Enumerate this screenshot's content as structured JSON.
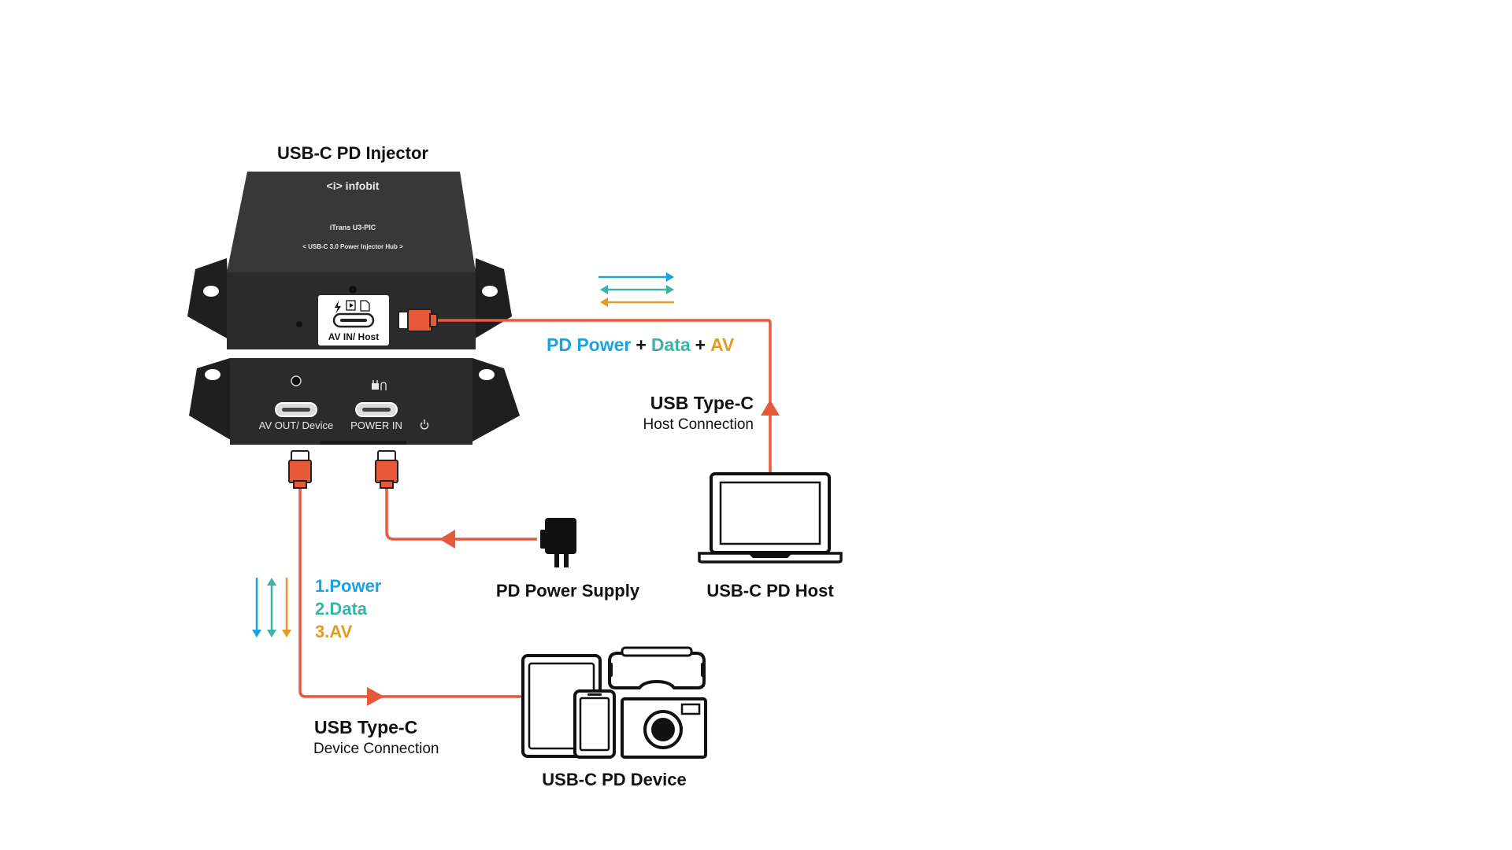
{
  "injector": {
    "title": "USB-C PD Injector",
    "brand": "<i> infobit",
    "model": "iTrans U3-PIC",
    "subtitle": "< USB-C 3.0 Power Injector Hub >",
    "port_av_in": "AV IN/ Host",
    "port_av_out": "AV OUT/ Device",
    "port_power_in": "POWER IN"
  },
  "host_link": {
    "legend_power": "PD Power",
    "legend_data": "Data",
    "legend_av": "AV",
    "plus": "+",
    "title": "USB Type-C",
    "subtitle": "Host Connection"
  },
  "device_link": {
    "item_power": "1.Power",
    "item_data": "2.Data",
    "item_av": "3.AV",
    "title": "USB Type-C",
    "subtitle": "Device Connection"
  },
  "labels": {
    "power_supply": "PD Power Supply",
    "host": "USB-C PD Host",
    "device": "USB-C PD Device"
  },
  "colors": {
    "cable": "#e8593a",
    "power": "#1aa3e0",
    "data": "#3bb3a8",
    "av": "#e69a1f",
    "device_body": "#2b2b2b"
  }
}
